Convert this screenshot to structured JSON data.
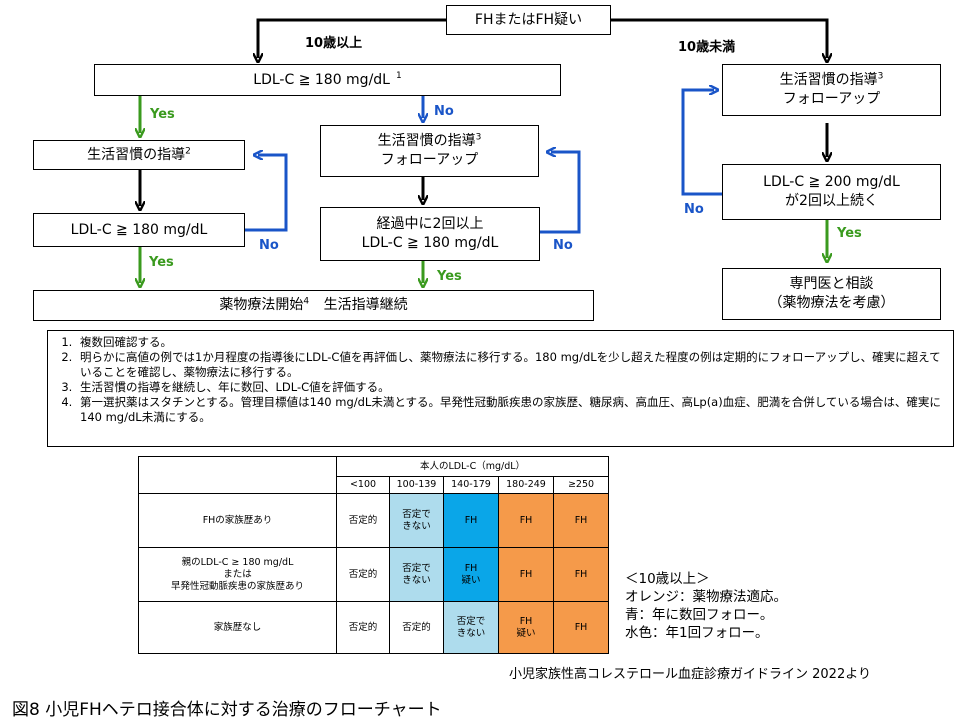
{
  "flow": {
    "start": "FHまたはFH疑い",
    "branch_left": "10歳以上",
    "branch_right": "10歳未満",
    "ldl_check": "LDL-C ≧ 180 mg/dL",
    "ldl_check_sup": "1",
    "lifestyle": "生活習慣の指導",
    "lifestyle_sup": "2",
    "lifestyle_follow_line1": "生活習慣の指導",
    "lifestyle_follow_sup": "3",
    "lifestyle_follow_line2": "フォローアップ",
    "ldl_recheck": "LDL-C ≧ 180 mg/dL",
    "course_line1": "経過中に2回以上",
    "course_line2": "LDL-C ≧ 180 mg/dL",
    "drug_start": "薬物療法開始",
    "drug_start_sup": "4",
    "drug_start_rest": "生活指導継続",
    "child_lifestyle_line1": "生活習慣の指導",
    "child_lifestyle_sup": "3",
    "child_lifestyle_line2": "フォローアップ",
    "child_ldl_line1": "LDL-C ≧ 200 mg/dL",
    "child_ldl_line2": "が2回以上続く",
    "specialist_line1": "専門医と相談",
    "specialist_line2": "（薬物療法を考慮）",
    "yes": "Yes",
    "no": "No",
    "colors": {
      "yes": "#3a9a1e",
      "no": "#1a55c8",
      "main": "#000000"
    }
  },
  "notes": [
    "複数回確認する。",
    "明らかに高値の例では1か月程度の指導後にLDL-C値を再評価し、薬物療法に移行する。180 mg/dLを少し超えた程度の例は定期的にフォローアップし、確実に超えていることを確認し、薬物療法に移行する。",
    "生活習慣の指導を継続し、年に数回、LDL-C値を評価する。",
    "第一選択薬はスタチンとする。管理目標値は140 mg/dL未満とする。早発性冠動脈疾患の家族歴、糖尿病、高血圧、高Lp(a)血症、肥満を合併している場合は、確実に140 mg/dL未満にする。"
  ],
  "table": {
    "header": "本人のLDL-C（mg/dL）",
    "columns": [
      "<100",
      "100-139",
      "140-179",
      "180-249",
      "≥250"
    ],
    "rows": [
      {
        "label": [
          "FHの家族歴あり"
        ],
        "cells": [
          [
            "否定的"
          ],
          [
            "否定で",
            "きない"
          ],
          [
            "FH"
          ],
          [
            "FH"
          ],
          [
            "FH"
          ]
        ],
        "colors": [
          "",
          "light",
          "blue",
          "orange",
          "orange"
        ]
      },
      {
        "label": [
          "親のLDL-C ≥ 180 mg/dL",
          "または",
          "早発性冠動脈疾患の家族歴あり"
        ],
        "cells": [
          [
            "否定的"
          ],
          [
            "否定で",
            "きない"
          ],
          [
            "FH",
            "疑い"
          ],
          [
            "FH"
          ],
          [
            "FH"
          ]
        ],
        "colors": [
          "",
          "light",
          "blue",
          "orange",
          "orange"
        ]
      },
      {
        "label": [
          "家族歴なし"
        ],
        "cells": [
          [
            "否定的"
          ],
          [
            "否定的"
          ],
          [
            "否定で",
            "きない"
          ],
          [
            "FH",
            "疑い"
          ],
          [
            "FH"
          ]
        ],
        "colors": [
          "",
          "",
          "light",
          "orange",
          "orange"
        ]
      }
    ],
    "cell_colors": {
      "blue": "#0aa6e8",
      "light": "#aedced",
      "orange": "#f59a4a"
    }
  },
  "legend": [
    "＜10歳以上＞",
    "オレンジ：薬物療法適応。",
    "青：年に数回フォロー。",
    "水色：年1回フォロー。"
  ],
  "source": "小児家族性高コレステロール血症診療ガイドライン 2022より",
  "caption": "図8  小児FHヘテロ接合体に対する治療のフローチャート"
}
